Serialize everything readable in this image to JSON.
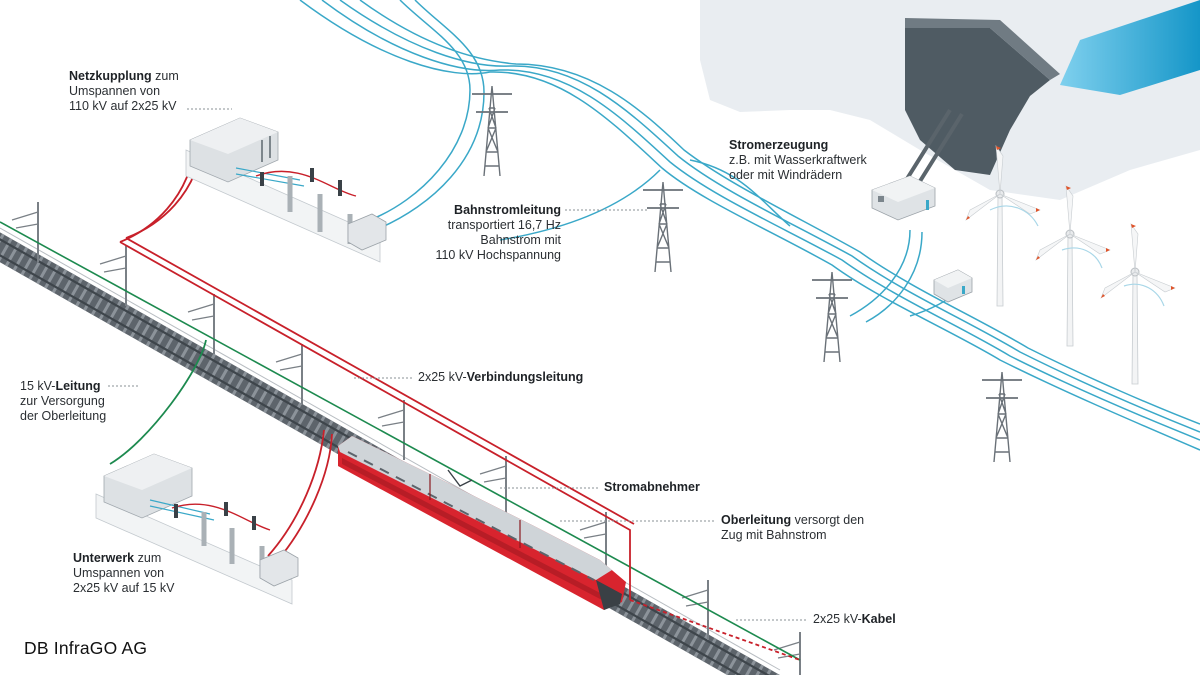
{
  "labels": {
    "netzkupplung": {
      "bold": "Netzkupplung",
      "rest": " zum",
      "line2": "Umspannen von",
      "line3": "110 kV auf 2x25 kV"
    },
    "stromerzeugung": {
      "bold": "Stromerzeugung",
      "line2": "z.B. mit Wasserkraftwerk",
      "line3": "oder mit Windrädern"
    },
    "bahnstromleitung": {
      "bold": "Bahnstromleitung",
      "line2": "transportiert 16,7 Hz",
      "line3": "Bahnstrom mit",
      "line4": "110 kV Hochspannung"
    },
    "leitung15": {
      "pre": "15 kV-",
      "bold": "Leitung",
      "line2": "zur Versorgung",
      "line3": "der Oberleitung"
    },
    "verbindung": {
      "pre": "2x25 kV-",
      "bold": "Verbindungsleitung"
    },
    "stromabnehmer": {
      "bold": "Stromabnehmer"
    },
    "oberleitung": {
      "bold": "Oberleitung",
      "rest": " versorgt den",
      "line2": "Zug mit Bahnstrom"
    },
    "unterwerk": {
      "bold": "Unterwerk",
      "rest": " zum",
      "line2": "Umspannen von",
      "line3": "2x25 kV auf 15 kV"
    },
    "kabel": {
      "pre": "2x25 kV-",
      "bold": "Kabel"
    }
  },
  "brand": "DB InfraGO AG",
  "colors": {
    "transmission": "#3aa8c8",
    "feeder": "#c8202a",
    "supply15": "#1d8a4f",
    "train": "#d8242e",
    "water": "#29b0e0"
  }
}
